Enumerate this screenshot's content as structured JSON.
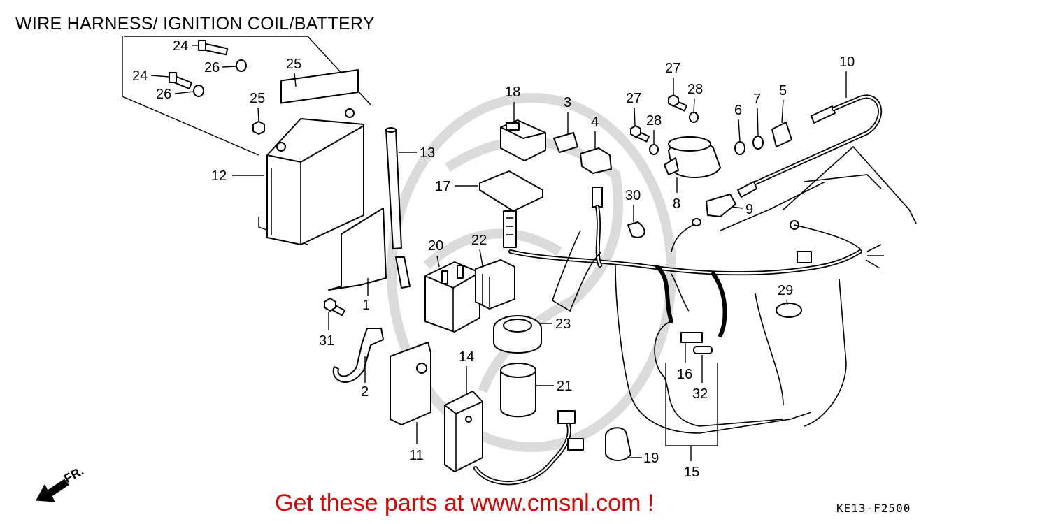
{
  "title": "WIRE HARNESS/ IGNITION COIL/BATTERY",
  "promo": "Get these parts at www.cmsnl.com !",
  "code": "KE13-F2500",
  "direction_label": "FR.",
  "callouts": [
    "1",
    "2",
    "3",
    "4",
    "5",
    "6",
    "7",
    "8",
    "9",
    "10",
    "11",
    "12",
    "13",
    "14",
    "15",
    "16",
    "17",
    "18",
    "19",
    "20",
    "21",
    "22",
    "23",
    "24",
    "24",
    "25",
    "25",
    "26",
    "26",
    "27",
    "27",
    "28",
    "28",
    "29",
    "30",
    "31",
    "32"
  ],
  "colors": {
    "promo": "#e00000",
    "ink": "#000000",
    "watermark": "#d8d8d8"
  }
}
